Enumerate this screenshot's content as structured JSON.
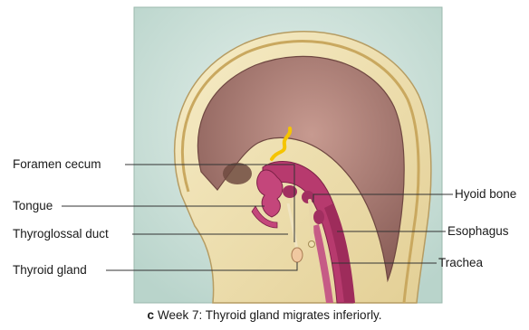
{
  "labels": {
    "foramen_cecum": "Foramen cecum",
    "tongue": "Tongue",
    "thyroglossal_duct": "Thyroglossal duct",
    "thyroid_gland": "Thyroid gland",
    "hyoid_bone": "Hyoid bone",
    "esophagus": "Esophagus",
    "trachea": "Trachea"
  },
  "caption": {
    "letter": "c",
    "text": "Week 7: Thyroid gland migrates inferiorly."
  },
  "colors": {
    "background_panel": "#cfe3dc",
    "brain_fill": "#a87c74",
    "tissue_fill": "#efe1b2",
    "pink_tissue": "#b73a6e",
    "thyroid": "#f0c8a0",
    "leader_line": "#333333"
  }
}
